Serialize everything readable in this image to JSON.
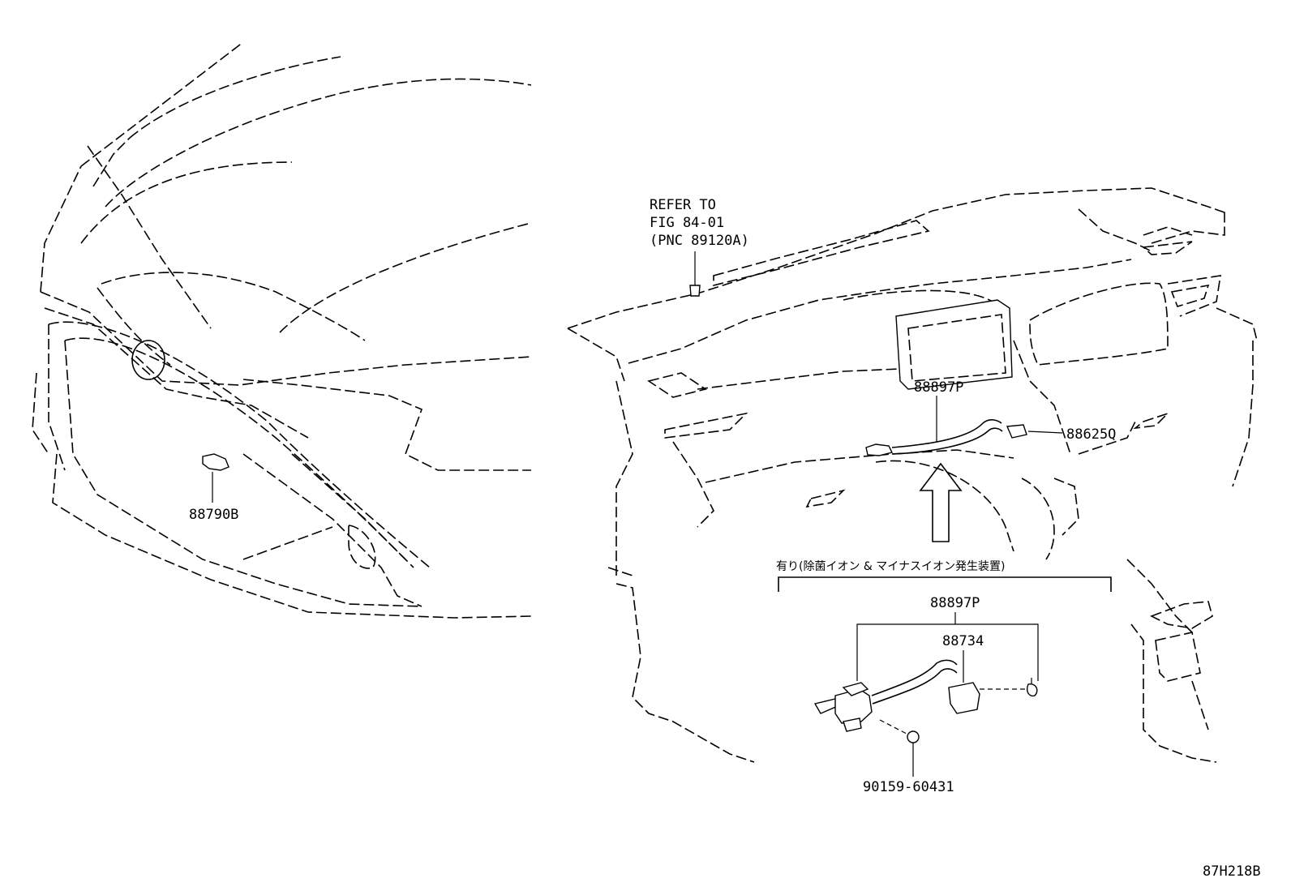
{
  "refer": {
    "line1": "REFER TO",
    "line2": "FIG 84-01",
    "line3": "(PNC 89120A)"
  },
  "callouts": {
    "left_part": "88790B",
    "upper_hose": "88897P",
    "upper_sensor": "88625Q",
    "lower_hose": "88897P",
    "lower_unit": "88734",
    "screw": "90159-60431"
  },
  "option_note": "有り(除菌イオン & マイナスイオン発生装置)",
  "figure_code": "87H218B"
}
